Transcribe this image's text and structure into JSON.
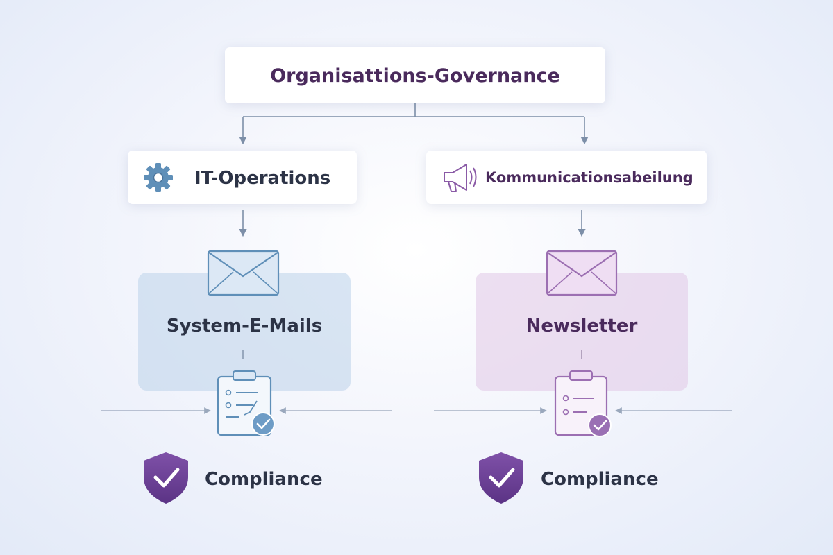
{
  "top": {
    "title": "Organisattions-Governance"
  },
  "left": {
    "department": "IT-Operations",
    "email_type": "System-E-Mails",
    "compliance": "Compliance",
    "icon": "gear-icon"
  },
  "right": {
    "department": "Kommunicationsabeilung",
    "email_type": "Newsletter",
    "compliance": "Compliance",
    "icon": "megaphone-icon"
  },
  "colors": {
    "title_text": "#4a2a5c",
    "body_text": "#2c3346",
    "blue_accent": "#5f8fb8",
    "purple_accent": "#8a5aa6",
    "arrow": "#7d8fa8",
    "shield": "#6b3f96"
  }
}
